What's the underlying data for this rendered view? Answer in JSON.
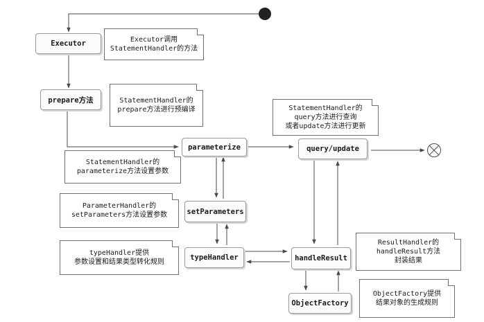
{
  "nodes": {
    "executor": "Executor",
    "prepare": "prepare方法",
    "parameterize": "parameterize",
    "query_update": "query/update",
    "set_parameters": "setParameters",
    "type_handler": "typeHandler",
    "handle_result": "handleResult",
    "object_factory": "ObjectFactory"
  },
  "notes": {
    "executor": "Executor调用\nStatementHandler的方法",
    "prepare": "StatementHandler的\nprepare方法进行预编译",
    "query_update": "StatementHandler的\nquery方法进行查询\n或者update方法进行更新",
    "parameterize": "StatementHandler的\nparameterize方法设置参数",
    "set_parameters": "ParameterHandler的\nsetParameters方法设置参数",
    "type_handler": "typeHandler提供\n参数设置和结果类型转化规则",
    "handle_result": "ResultHandler的\nhandleResult方法\n封装结果",
    "object_factory": "ObjectFactory提供\n结果对象的生成规则"
  },
  "colors": {
    "line": "#4a4a4a",
    "border": "#9a9a9a"
  }
}
